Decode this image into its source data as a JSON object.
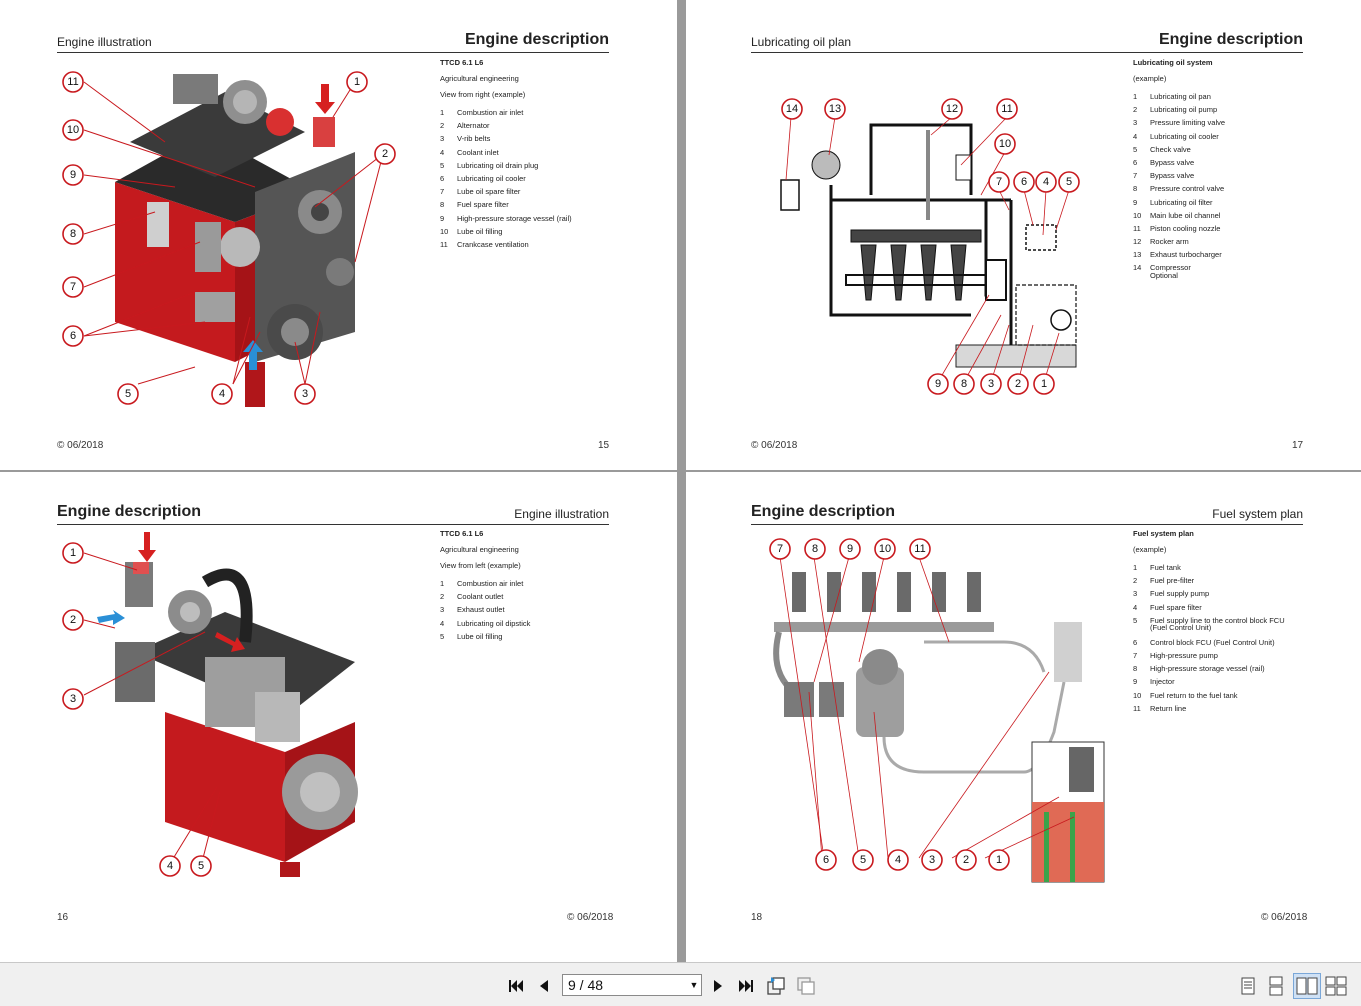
{
  "pages": [
    {
      "header_small": "Engine illustration",
      "header_big": "Engine description",
      "legend": {
        "title": "TTCD 6.1 L6",
        "line1": "Agricultural engineering",
        "line2": "View from right (example)",
        "items": [
          {
            "n": "1",
            "t": "Combustion air inlet"
          },
          {
            "n": "2",
            "t": "Alternator"
          },
          {
            "n": "3",
            "t": "V-rib belts"
          },
          {
            "n": "4",
            "t": "Coolant inlet"
          },
          {
            "n": "5",
            "t": "Lubricating oil drain plug"
          },
          {
            "n": "6",
            "t": "Lubricating oil cooler"
          },
          {
            "n": "7",
            "t": "Lube oil spare filter"
          },
          {
            "n": "8",
            "t": "Fuel spare filter"
          },
          {
            "n": "9",
            "t": "High-pressure storage vessel (rail)"
          },
          {
            "n": "10",
            "t": "Lube oil filling"
          },
          {
            "n": "11",
            "t": "Crankcase ventilation"
          }
        ]
      },
      "copyright": "© 06/2018",
      "page_number": "15"
    },
    {
      "header_small": "Lubricating oil plan",
      "header_big": "Engine description",
      "legend": {
        "title": "Lubricating oil system",
        "line1": "(example)",
        "items": [
          {
            "n": "1",
            "t": "Lubricating oil pan"
          },
          {
            "n": "2",
            "t": "Lubricating oil pump"
          },
          {
            "n": "3",
            "t": "Pressure limiting valve"
          },
          {
            "n": "4",
            "t": "Lubricating oil cooler"
          },
          {
            "n": "5",
            "t": "Check valve"
          },
          {
            "n": "6",
            "t": "Bypass valve"
          },
          {
            "n": "7",
            "t": "Bypass valve"
          },
          {
            "n": "8",
            "t": "Pressure control valve"
          },
          {
            "n": "9",
            "t": "Lubricating oil filter"
          },
          {
            "n": "10",
            "t": "Main lube oil channel"
          },
          {
            "n": "11",
            "t": "Piston cooling nozzle"
          },
          {
            "n": "12",
            "t": "Rocker arm"
          },
          {
            "n": "13",
            "t": "Exhaust turbocharger"
          },
          {
            "n": "14",
            "t": "Compressor\nOptional"
          }
        ]
      },
      "copyright": "© 06/2018",
      "page_number": "17"
    },
    {
      "header_big": "Engine description",
      "header_small": "Engine illustration",
      "legend": {
        "title": "TTCD 6.1 L6",
        "line1": "Agricultural engineering",
        "line2": "View from left (example)",
        "items": [
          {
            "n": "1",
            "t": "Combustion air inlet"
          },
          {
            "n": "2",
            "t": "Coolant outlet"
          },
          {
            "n": "3",
            "t": "Exhaust outlet"
          },
          {
            "n": "4",
            "t": "Lubricating oil dipstick"
          },
          {
            "n": "5",
            "t": "Lube oil filling"
          }
        ]
      },
      "page_number": "16",
      "copyright": "© 06/2018"
    },
    {
      "header_big": "Engine description",
      "header_small": "Fuel system plan",
      "legend": {
        "title": "Fuel system plan",
        "line1": "(example)",
        "items": [
          {
            "n": "1",
            "t": "Fuel tank"
          },
          {
            "n": "2",
            "t": "Fuel pre-filter"
          },
          {
            "n": "3",
            "t": "Fuel supply pump"
          },
          {
            "n": "4",
            "t": "Fuel spare filter"
          },
          {
            "n": "5",
            "t": "Fuel supply line to the control block FCU (Fuel Control Unit)"
          },
          {
            "n": "6",
            "t": "Control block FCU (Fuel Control Unit)"
          },
          {
            "n": "7",
            "t": "High-pressure pump"
          },
          {
            "n": "8",
            "t": "High-pressure storage vessel (rail)"
          },
          {
            "n": "9",
            "t": "Injector"
          },
          {
            "n": "10",
            "t": "Fuel return to the fuel tank"
          },
          {
            "n": "11",
            "t": "Return line"
          }
        ]
      },
      "page_number": "18",
      "copyright": "© 06/2018"
    }
  ],
  "callouts": {
    "p15": [
      "11",
      "1",
      "10",
      "2",
      "9",
      "8",
      "7",
      "6",
      "5",
      "4",
      "3"
    ],
    "p17": [
      "14",
      "13",
      "12",
      "11",
      "10",
      "7",
      "6",
      "4",
      "5",
      "9",
      "8",
      "3",
      "2",
      "1"
    ],
    "p16": [
      "1",
      "2",
      "3",
      "4",
      "5"
    ],
    "p18": [
      "7",
      "8",
      "9",
      "10",
      "11",
      "6",
      "5",
      "4",
      "3",
      "2",
      "1"
    ]
  },
  "toolbar": {
    "page_indicator": "9 / 48",
    "icons": [
      "first-page-icon",
      "previous-page-icon",
      "next-page-icon",
      "last-page-icon",
      "rotate-icon",
      "copy-pages-icon",
      "single-page-icon",
      "continuous-icon",
      "two-page-icon",
      "two-page-continuous-icon"
    ]
  },
  "colors": {
    "callout_stroke": "#c8191e",
    "engine_red": "#c41a1e",
    "arrow_red": "#d62020",
    "arrow_blue": "#2a8fd6",
    "oil_fill": "#d8d8d8",
    "tank_fill": "#e06a55",
    "pipe_green": "#3aa44a"
  }
}
